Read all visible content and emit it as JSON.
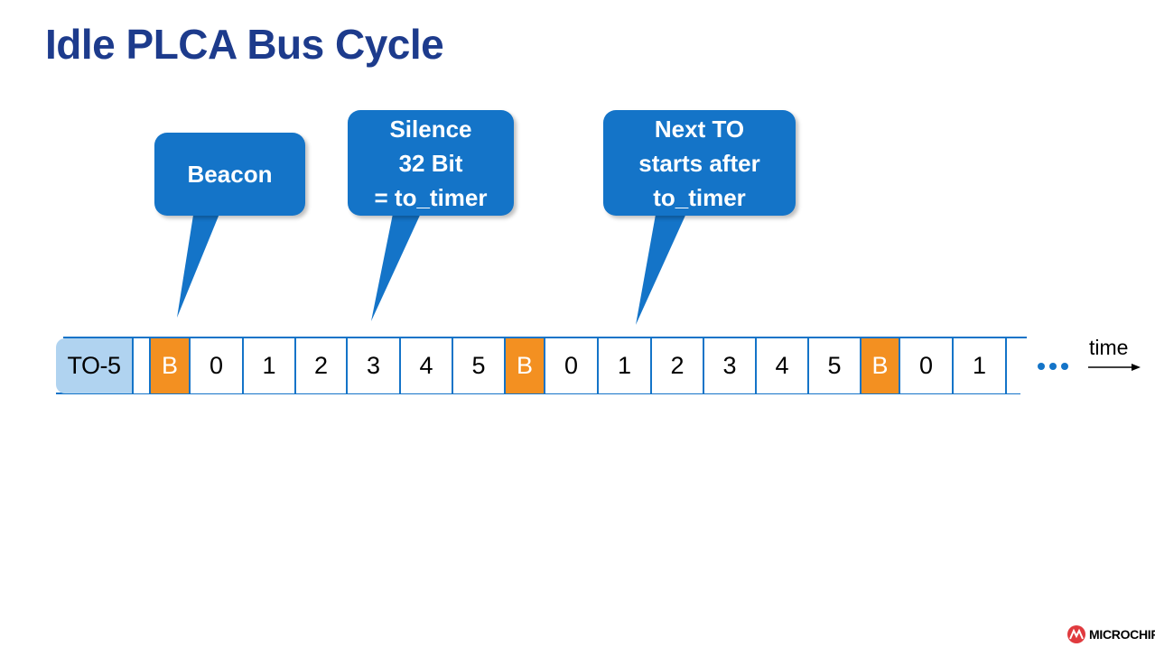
{
  "title": "Idle PLCA Bus Cycle",
  "colors": {
    "title": "#1d3b8c",
    "callout": "#1474c8",
    "beacon": "#f39021",
    "to5": "#b0d3f0",
    "bus_line": "#1474c8"
  },
  "callouts": [
    {
      "id": "beacon",
      "lines": [
        "Beacon"
      ]
    },
    {
      "id": "silence",
      "lines": [
        "Silence",
        "32 Bit",
        "= to_timer"
      ]
    },
    {
      "id": "next-to",
      "lines": [
        "Next TO",
        "starts after",
        "to_timer"
      ]
    }
  ],
  "bus": {
    "start_label": "TO-5",
    "cells": [
      "",
      "B",
      "0",
      "1",
      "2",
      "3",
      "4",
      "5",
      "B",
      "0",
      "1",
      "2",
      "3",
      "4",
      "5",
      "B",
      "0",
      "1",
      ""
    ],
    "beacon_symbol": "B",
    "continuation": "ellipsis-icon",
    "time_label": "time"
  },
  "logo": {
    "text": "MICROCHIP",
    "icon": "microchip-logo-icon"
  }
}
